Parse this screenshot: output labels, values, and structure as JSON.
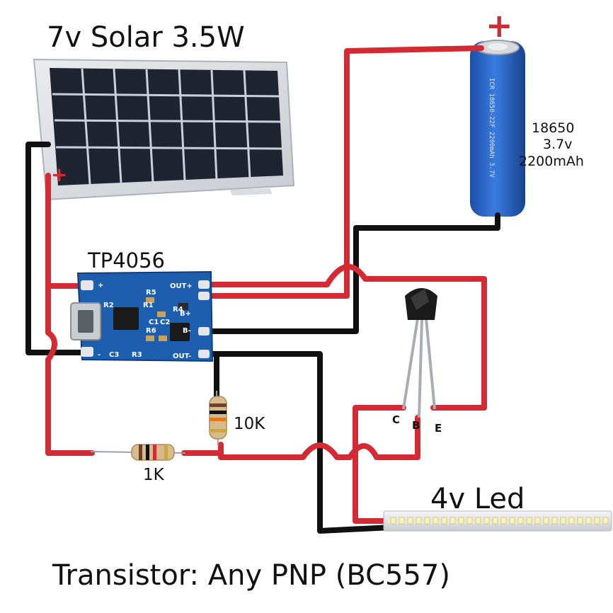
{
  "labels": {
    "solar": "7v Solar 3.5W",
    "module": "TP4056",
    "battery_line1": "18650",
    "battery_line2": "3.7v",
    "battery_line3": "2200mAh",
    "resistor_10k": "10K",
    "resistor_1k": "1K",
    "led": "4v Led",
    "transistor_note": "Transistor: Any PNP (BC557)",
    "plus_battery": "+",
    "plus_solar": "+"
  },
  "module_pins": {
    "out_plus": "OUT+",
    "b_plus": "B+",
    "b_minus": "B-",
    "out_minus": "OUT-",
    "left_plus": "+",
    "left_minus": "-",
    "r5": "R5",
    "r1": "R1",
    "r2": "R2",
    "r6": "R6",
    "r4": "R4",
    "r3": "R3",
    "c1": "C1",
    "c2": "C2",
    "c3": "C3"
  },
  "transistor_pins": {
    "c": "C",
    "b": "B",
    "e": "E"
  },
  "battery_print": "ICR 18650-22F 2200mAh 3.7V",
  "colors": {
    "positive_wire": "#d42a34",
    "negative_wire": "#111111",
    "module_pcb": "#1d5fae",
    "battery_body": "#2a63c4"
  }
}
